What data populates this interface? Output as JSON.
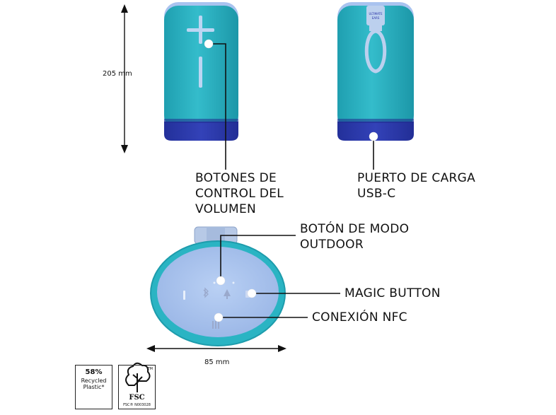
{
  "dimensions": {
    "height_label": "205 mm",
    "width_label": "85 mm"
  },
  "callouts": {
    "volume_buttons": [
      "BOTONES DE",
      "CONTROL DEL",
      "VOLUMEN"
    ],
    "usb_port": [
      "PUERTO DE CARGA",
      "USB-C"
    ],
    "outdoor_mode": [
      "BOTÓN DE MODO",
      "OUTDOOR"
    ],
    "magic_button": "MAGIC BUTTON",
    "nfc": "CONEXIÓN NFC"
  },
  "badges": {
    "recycled": {
      "percent": "58%",
      "line1": "Recycled",
      "line2": "Plastic*"
    },
    "fsc": {
      "mark": "FSC",
      "code": "FSC® N003028",
      "trademark": "TM"
    }
  },
  "product_branding": {
    "tag_line1": "ULTIMATE",
    "tag_line2": "EARS"
  },
  "colors": {
    "speaker_teal": "#2cb3c1",
    "speaker_teal_dark": "#1c9aaa",
    "speaker_base_blue": "#2a35a8",
    "speaker_top_lavender": "#a9c3ef",
    "strap_lavender": "#bcd0ee",
    "callout_line": "#111111"
  }
}
